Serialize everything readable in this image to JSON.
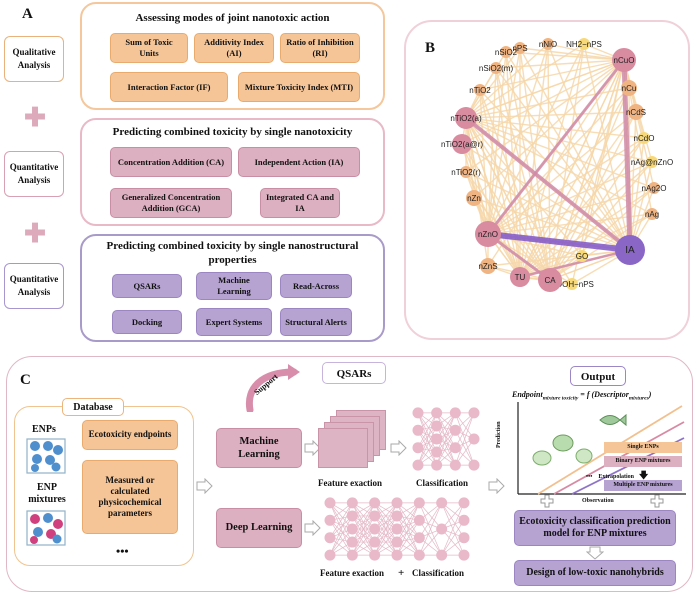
{
  "panel_a": {
    "letter": "A",
    "side_labels": [
      "Qualitative\nAnalysis",
      "Quantitative\nAnalysis",
      "Quantitative\nAnalysis"
    ],
    "plus_symbol": "✚",
    "sections": [
      {
        "title": "Assessing modes of joint nanotoxic action",
        "items": [
          "Sum of Toxic Units",
          "Additivity Index (AI)",
          "Ratio of Inhibition (RI)",
          "Interaction Factor (IF)",
          "Mixture Toxicity Index (MTI)"
        ]
      },
      {
        "title": "Predicting combined toxicity by single nanotoxicity",
        "items": [
          "Concentration Addition (CA)",
          "Independent Action (IA)",
          "Generalized Concentration Addition (GCA)",
          "Integrated CA and IA"
        ]
      },
      {
        "title": "Predicting combined toxicity by single nanostructural properties",
        "items": [
          "QSARs",
          "Machine Learning",
          "Read-Across",
          "Docking",
          "Expert Systems",
          "Structural Alerts"
        ]
      }
    ]
  },
  "panel_b": {
    "letter": "B",
    "nodes": [
      "nPS",
      "nNiO",
      "NH2−nPS",
      "nCuO",
      "nCu",
      "nCdS",
      "nCdO",
      "nAg@nZnO",
      "nAg2O",
      "nAg",
      "IA",
      "GO",
      "COOH−nPS",
      "CA",
      "TU",
      "nZnS",
      "nZnO",
      "nZn",
      "nTiO2(r)",
      "nTiO2(a@r)",
      "nTiO2(a)",
      "nTiO2",
      "nSiO2(m)",
      "nSiO2"
    ],
    "colors": {
      "orange_node": "#f0b483",
      "yellow_node": "#f8d97a",
      "pink_node": "#d98ba0",
      "purple_node": "#8a67c6",
      "edge_light": "#f6d7a9",
      "edge_pink": "#cf8aa8",
      "edge_purple": "#7f55c8"
    }
  },
  "panel_c": {
    "letter": "C",
    "database_title": "Database",
    "enps_label": "ENPs",
    "enp_mixtures_label": "ENP mixtures",
    "db_items": [
      "Ecotoxicity endpoints",
      "Measured or calculated physicochemical parameters"
    ],
    "ellipsis": "•••",
    "ml_label": "Machine Learning",
    "dl_label": "Deep Learning",
    "support_label": "Support",
    "qsars_label": "QSARs",
    "feature_exaction_1": "Feature exaction",
    "classification_1": "Classification",
    "feature_exaction_2": "Feature exaction",
    "plus_text": "+",
    "classification_2": "Classification",
    "output_title": "Output",
    "formula_lhs": "Endpoint",
    "formula_lhs_sub": "mixture toxicity",
    "formula_eq": " = f (Descriptor",
    "formula_rhs_sub": "mixtures",
    "formula_close": ")",
    "y_axis_label": "Prediction",
    "x_axis_label": "Observation",
    "legend": [
      "Single ENPs",
      "Binary ENP mixtures",
      "Extrapolation",
      "Multiple ENP mixtures"
    ],
    "legend_dots": "•••",
    "model_label": "Ecotoxicity classification prediction model for ENP mixtures",
    "design_label": "Design of low-toxic nanohybrids"
  }
}
